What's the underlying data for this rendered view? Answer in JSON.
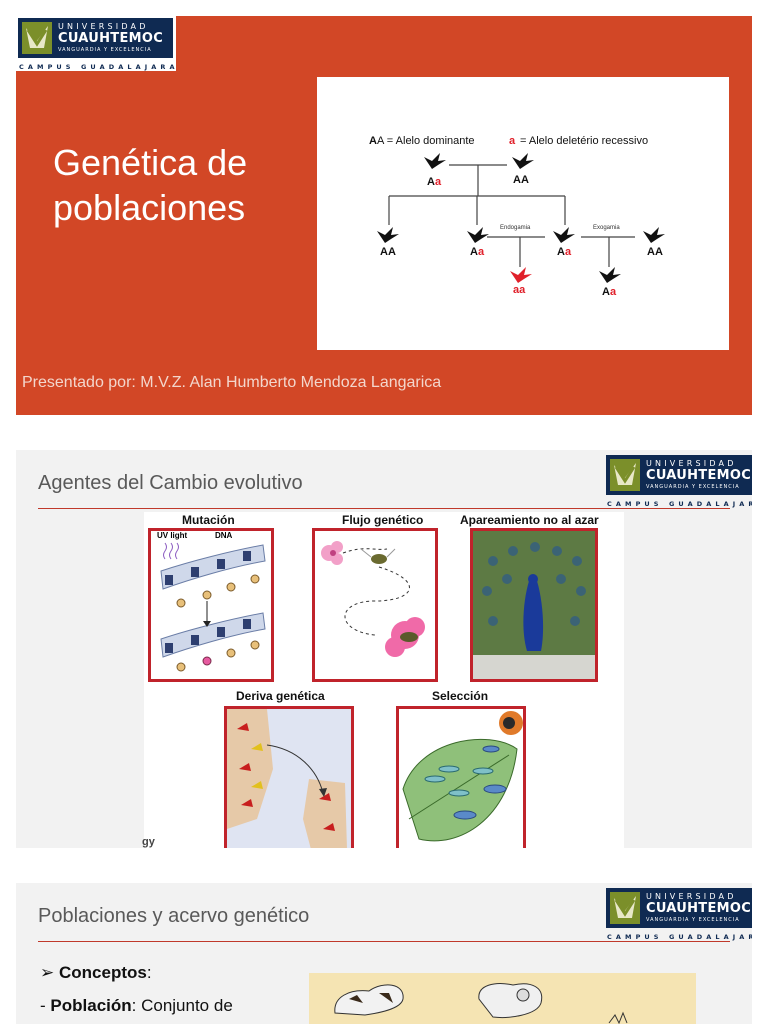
{
  "logo": {
    "line1": "UNIVERSIDAD",
    "line2": "CUAUHTEMOC",
    "line3": "VANGUARDIA Y EXCELENCIA",
    "line4": "CAMPUS GUADALAJARA"
  },
  "slide1": {
    "title": "Genética de poblaciones",
    "presenter": "Presentado por: M.V.Z. Alan Humberto Mendoza Langarica",
    "legend_a": "A = Alelo dominante",
    "legend_b": "= Alelo deletério recessivo",
    "legend_b_letter": "a",
    "endogamia": "Endogamia",
    "exogamia": "Exogamia",
    "genotypes": [
      "Aa",
      "AA",
      "AA",
      "Aa",
      "Aa",
      "AA",
      "aa",
      "Aa"
    ],
    "colors": {
      "background": "#d24726",
      "red_allele": "#e0202a"
    }
  },
  "slide2": {
    "title": "Agentes del Cambio evolutivo",
    "labels": {
      "mutacion": "Mutación",
      "flujo": "Flujo genético",
      "apareamiento": "Apareamiento no al azar",
      "deriva": "Deriva genética",
      "seleccion": "Selección",
      "uv": "UV light",
      "dna": "DNA",
      "credit": "gy"
    },
    "colors": {
      "panel_border": "#c0232b"
    }
  },
  "slide3": {
    "title": "Poblaciones y acervo genético",
    "bullet_head": "Conceptos",
    "bullet_colon": ":",
    "term": "Población",
    "definition": ": Conjunto de"
  }
}
